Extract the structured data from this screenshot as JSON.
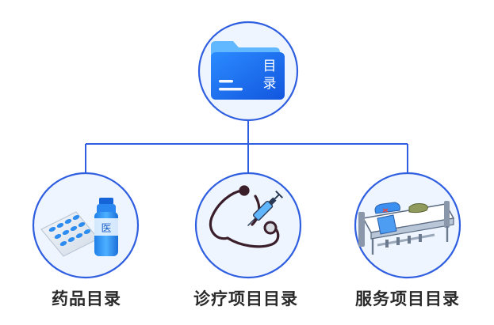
{
  "root": {
    "folder_text": [
      "目",
      "录"
    ]
  },
  "children": [
    {
      "label": "药品目录",
      "bottle_text": "医"
    },
    {
      "label": "诊疗项目目录"
    },
    {
      "label": "服务项目目录"
    }
  ],
  "colors": {
    "circle_stroke": "#2f5fe0",
    "circle_fill": "#eef5ff",
    "connector": "#2f5fe0",
    "folder_front": "#1a73f0",
    "folder_back": "#62b8ff",
    "label_text": "#2a2a2a"
  }
}
